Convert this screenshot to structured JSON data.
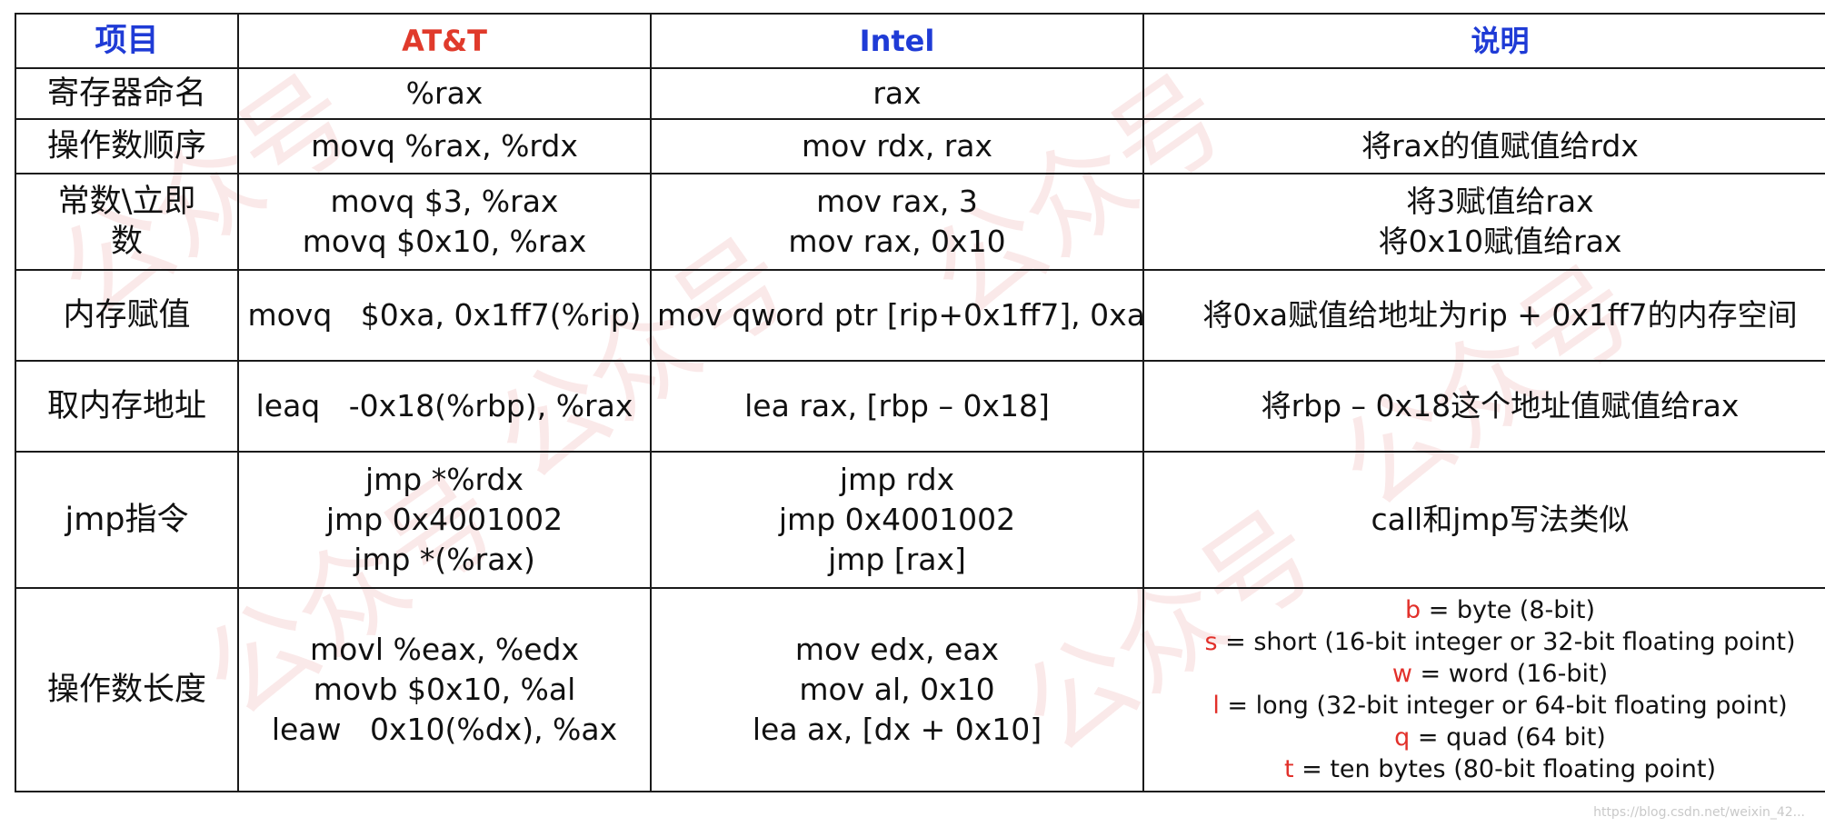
{
  "header": {
    "c0": "项目",
    "c1": "AT&T",
    "c2": "Intel",
    "c3": "说明"
  },
  "rows": [
    {
      "c0": "寄存器命名",
      "c1": [
        "%rax"
      ],
      "c2": [
        "rax"
      ],
      "c3": []
    },
    {
      "c0": "操作数顺序",
      "c1": [
        "movq %rax, %rdx"
      ],
      "c2": [
        "mov rdx, rax"
      ],
      "c3": [
        "将rax的值赋值给rdx"
      ]
    },
    {
      "c0": "常数\\立即\n数",
      "c1": [
        "movq $3, %rax",
        "movq $0x10, %rax"
      ],
      "c2": [
        "mov rax, 3",
        "mov rax, 0x10"
      ],
      "c3": [
        "将3赋值给rax",
        "将0x10赋值给rax"
      ]
    },
    {
      "c0": "内存赋值",
      "c1": [
        "movq   $0xa, 0x1ff7(%rip)"
      ],
      "c2": [
        "mov qword ptr [rip+0x1ff7], 0xa"
      ],
      "c3": [
        "将0xa赋值给地址为rip + 0x1ff7的内存空间"
      ]
    },
    {
      "c0": "取内存地址",
      "c1": [
        "leaq   -0x18(%rbp), %rax"
      ],
      "c2": [
        "lea rax, [rbp – 0x18]"
      ],
      "c3": [
        "将rbp – 0x18这个地址值赋值给rax"
      ]
    },
    {
      "c0": "jmp指令",
      "c1": [
        "jmp *%rdx",
        "jmp 0x4001002",
        "jmp *(%rax)"
      ],
      "c2": [
        "jmp rdx",
        "jmp 0x4001002",
        "jmp [rax]"
      ],
      "c3": [
        "call和jmp写法类似"
      ]
    },
    {
      "c0": "操作数长度",
      "c1": [
        "movl %eax, %edx",
        "movb $0x10, %al",
        "leaw   0x10(%dx), %ax"
      ],
      "c2": [
        "mov edx, eax",
        "mov al, 0x10",
        "lea ax, [dx + 0x10]"
      ],
      "c3_suffixes": [
        {
          "letter": "b",
          "text": " = byte (8-bit)"
        },
        {
          "letter": "s",
          "text": " = short (16-bit integer or 32-bit floating point)"
        },
        {
          "letter": "w",
          "text": " = word (16-bit)"
        },
        {
          "letter": "l",
          "text": " = long (32-bit integer or 64-bit floating point)"
        },
        {
          "letter": "q",
          "text": " = quad (64 bit)"
        },
        {
          "letter": "t",
          "text": " = ten bytes (80-bit floating point)"
        }
      ]
    }
  ],
  "credit": "https://blog.csdn.net/weixin_42...",
  "colors": {
    "header_blue": "#1f3bd6",
    "header_red": "#e03a2b",
    "suffix_red": "#e2302a",
    "watermark": "#f6cfcf"
  }
}
